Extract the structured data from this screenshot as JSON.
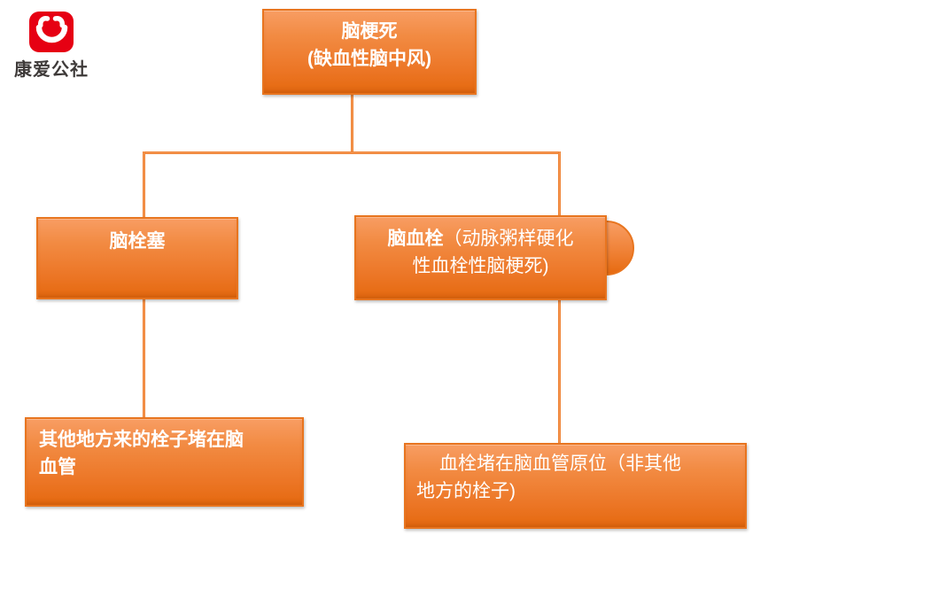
{
  "logo": {
    "text": "康爱公社",
    "icon": "kangai-smile-icon",
    "icon_color": "#e60013",
    "text_color": "#3e3a39"
  },
  "palette": {
    "box_gradient_top": "#f89d63",
    "box_gradient_bottom": "#e5690f",
    "box_border": "#e8751f",
    "connector": "#ec7a2f",
    "box_text": "#ffffff",
    "background": "#ffffff"
  },
  "nodes": {
    "root": {
      "line1": "脑梗死",
      "line2": "(缺血性脑中风)"
    },
    "embolism": {
      "title": "脑栓塞"
    },
    "thrombosis": {
      "title_bold": "脑血栓",
      "subtitle_line1": "（动脉粥样硬化",
      "subtitle_line2": "性血栓性脑梗死)"
    },
    "embolism_desc": {
      "line1": "其他地方来的栓子堵在脑",
      "line2": "血管"
    },
    "thrombosis_desc": {
      "line1": "血栓堵在脑血管原位（非其他",
      "line2": "地方的栓子)"
    }
  }
}
